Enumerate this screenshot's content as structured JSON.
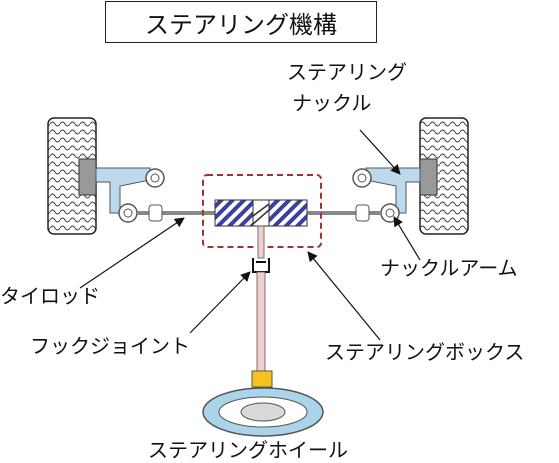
{
  "title": "ステアリング機構",
  "labels": {
    "steering_knuckle_1": "ステアリング",
    "steering_knuckle_2": "ナックル",
    "knuckle_arm": "ナックルアーム",
    "tie_rod": "タイロッド",
    "hook_joint": "フックジョイント",
    "steering_box": "ステアリングボックス",
    "steering_wheel": "ステアリングホイール"
  },
  "colors": {
    "knuckle_blue": "#bcd9ee",
    "box_hatch": "#3b3f9e",
    "box_outline_red": "#a33333",
    "column_pink": "#f2cfcf",
    "joint_yellow": "#f7c21b",
    "wheel_blue": "#a9d4ea"
  }
}
